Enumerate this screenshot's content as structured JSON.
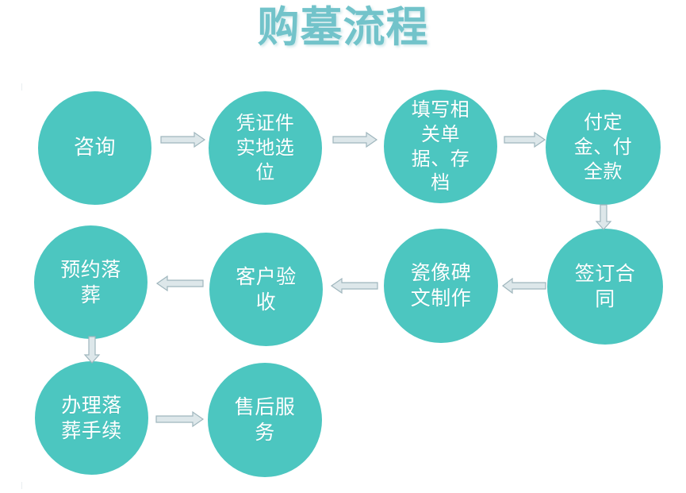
{
  "title": "购墓流程",
  "theme": {
    "node_fill": "#4cc6c0",
    "node_text": "#ffffff",
    "title_color": "#72c3ca",
    "arrow_fill": "#dde7ea",
    "arrow_stroke": "#9fb6bd",
    "background": "#ffffff"
  },
  "chart_data": {
    "type": "diagram",
    "title": "购墓流程",
    "layout": "serpentine-flowchart",
    "nodes": [
      {
        "id": "n1",
        "step": 1,
        "label": "咨询",
        "row": 1,
        "col": 1
      },
      {
        "id": "n2",
        "step": 2,
        "label": "凭证件实地选位",
        "row": 1,
        "col": 2
      },
      {
        "id": "n3",
        "step": 3,
        "label": "填写相关单据、存档",
        "row": 1,
        "col": 3
      },
      {
        "id": "n4",
        "step": 4,
        "label": "付定金、付全款",
        "row": 1,
        "col": 4
      },
      {
        "id": "n5",
        "step": 5,
        "label": "签订合同",
        "row": 2,
        "col": 4
      },
      {
        "id": "n6",
        "step": 6,
        "label": "瓷像碑文制作",
        "row": 2,
        "col": 3
      },
      {
        "id": "n7",
        "step": 7,
        "label": "客户验收",
        "row": 2,
        "col": 2
      },
      {
        "id": "n8",
        "step": 8,
        "label": "预约落葬",
        "row": 2,
        "col": 1
      },
      {
        "id": "n9",
        "step": 9,
        "label": "办理落葬手续",
        "row": 3,
        "col": 1
      },
      {
        "id": "n10",
        "step": 10,
        "label": "售后服务",
        "row": 3,
        "col": 2
      }
    ],
    "edges": [
      {
        "from": "n1",
        "to": "n2",
        "direction": "right"
      },
      {
        "from": "n2",
        "to": "n3",
        "direction": "right"
      },
      {
        "from": "n3",
        "to": "n4",
        "direction": "right"
      },
      {
        "from": "n4",
        "to": "n5",
        "direction": "down"
      },
      {
        "from": "n5",
        "to": "n6",
        "direction": "left"
      },
      {
        "from": "n6",
        "to": "n7",
        "direction": "left"
      },
      {
        "from": "n7",
        "to": "n8",
        "direction": "left"
      },
      {
        "from": "n8",
        "to": "n9",
        "direction": "down"
      },
      {
        "from": "n9",
        "to": "n10",
        "direction": "right"
      }
    ]
  }
}
